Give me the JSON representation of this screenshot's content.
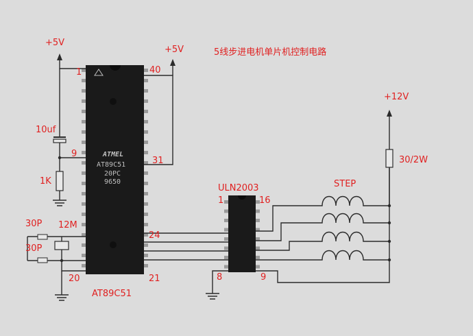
{
  "title": "5线步进电机单片机控制电路",
  "labels": {
    "vcc_left": "+5V",
    "vcc_mid": "+5V",
    "vcc_right": "+12V",
    "pin_1": "1",
    "pin_40": "40",
    "pin_9": "9",
    "pin_31": "31",
    "pin_24": "24",
    "pin_20": "20",
    "pin_21": "21",
    "cap_10uf": "10uf",
    "res_1k": "1K",
    "cap_30p_top": "30P",
    "cap_30p_bottom": "30P",
    "crystal": "12M",
    "mcu_name": "AT89C51",
    "uln_name": "ULN2003",
    "uln_pin_1": "1",
    "uln_pin_16": "16",
    "uln_pin_8": "8",
    "uln_pin_9": "9",
    "motor": "STEP",
    "res_30": "30/2W"
  },
  "chip_markings": {
    "brand": "ATMEL",
    "line1": "AT89C51",
    "line2": "20PC",
    "line3": "9650"
  },
  "colors": {
    "label": "#e02020",
    "wire": "#2b2b2b",
    "chip": "#1a1a1a",
    "background": "#dcdcdc"
  }
}
